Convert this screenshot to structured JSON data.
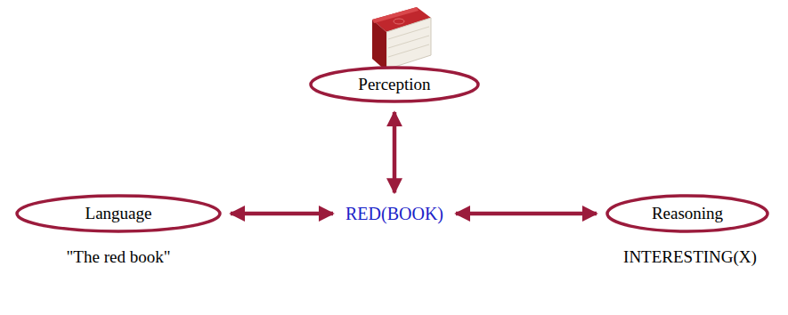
{
  "diagram": {
    "nodes": [
      {
        "text": [
          "Perception"
        ]
      },
      {
        "text": [
          "Language"
        ]
      },
      {
        "text": [
          "RED(BOOK)"
        ]
      },
      {
        "text": [
          "Reasoning"
        ]
      }
    ],
    "edges": [
      {
        "from": 0,
        "to": 2,
        "arrow": "both"
      },
      {
        "from": 1,
        "to": 2,
        "arrow": "both"
      },
      {
        "from": 2,
        "to": 3,
        "arrow": "both"
      }
    ],
    "labels": [
      "\"The red book\"",
      "INTERESTING(X)"
    ]
  }
}
